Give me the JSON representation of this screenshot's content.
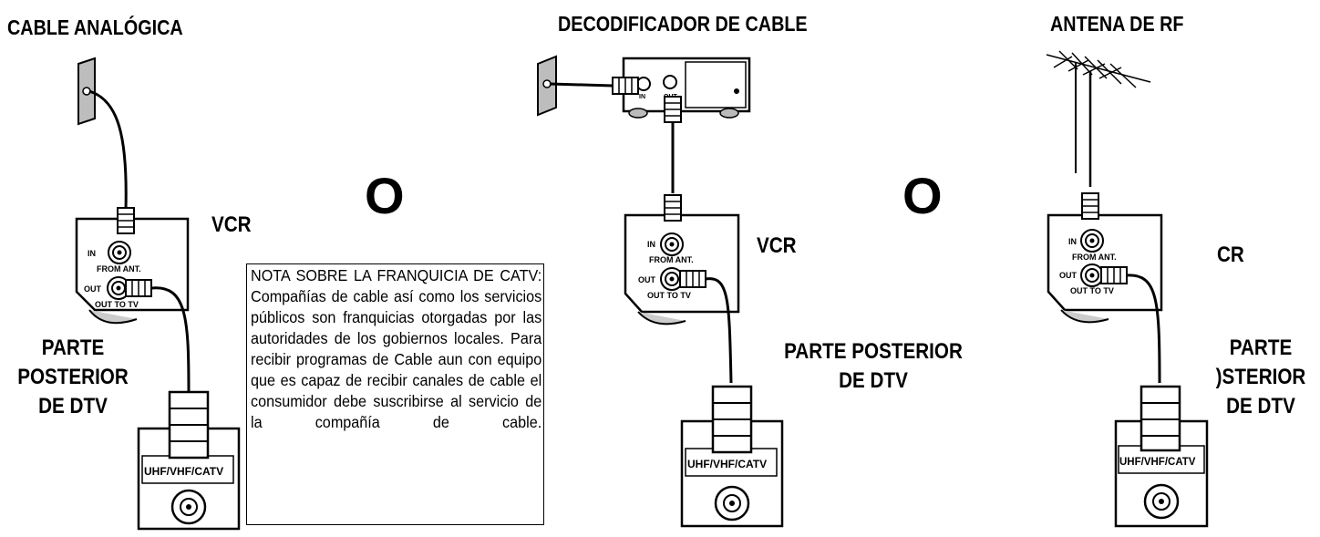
{
  "titles": {
    "analog": "CABLE ANALÓGICA",
    "decoder": "DECODIFICADOR DE CABLE",
    "antenna": "ANTENA DE RF"
  },
  "separators": {
    "or_1": "O",
    "or_2": "O"
  },
  "vcr": {
    "label_1": "VCR",
    "label_2": "VCR",
    "label_3": "CR"
  },
  "dtv_back": {
    "p1": [
      "PARTE",
      "POSTERIOR",
      "DE DTV"
    ],
    "p2": [
      "PARTE POSTERIOR",
      "DE DTV"
    ],
    "p3": [
      "PARTE",
      ")STERIOR",
      "DE DTV"
    ]
  },
  "jacks": {
    "in": "IN",
    "out": "OUT",
    "from_ant": "FROM ANT.",
    "out_to_tv": "OUT TO TV",
    "uhf": "UHF/VHF/CATV"
  },
  "note": "NOTA SOBRE LA FRANQUICIA DE CATV: Compañías de cable así como los servicios públicos son franquicias otorgadas por las autoridades de los gobiernos locales. Para recibir programas de Cable aun con equipo que es capaz de recibir canales de cable el consumidor debe suscribirse al servicio de la compañía de cable."
}
